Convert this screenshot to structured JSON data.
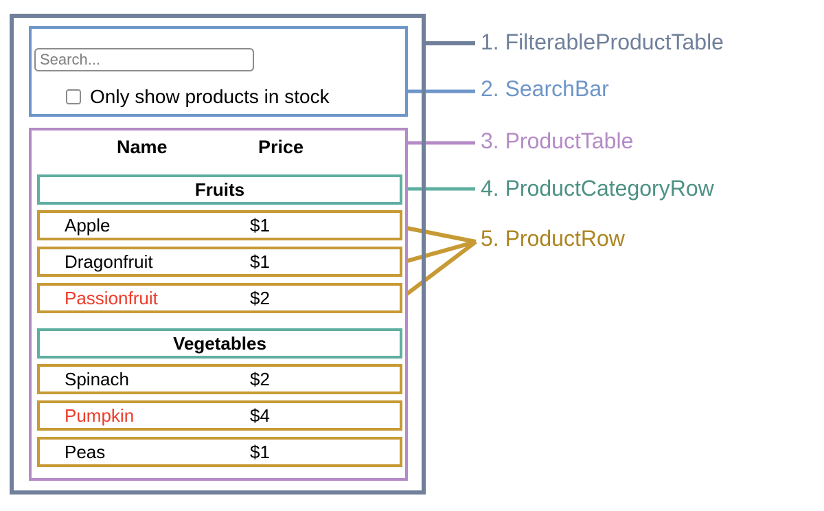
{
  "diagram": {
    "title_context": "React component hierarchy diagram for a filterable product table",
    "colors": {
      "filterable_product_table": "#70809B",
      "search_bar": "#6E96C8",
      "product_table": "#B48BC6",
      "product_category_row": "#5FAFA0",
      "product_row": "#C79A35",
      "out_of_stock_text": "#EE3B29",
      "text": "#000000",
      "placeholder": "#7e7e7e"
    }
  },
  "search_bar": {
    "input_value": "",
    "placeholder": "Search...",
    "checkbox_checked": false,
    "checkbox_label": "Only show products in stock"
  },
  "product_table": {
    "headers": {
      "name": "Name",
      "price": "Price"
    },
    "sections": [
      {
        "category": "Fruits",
        "rows": [
          {
            "name": "Apple",
            "price": "$1",
            "in_stock": true
          },
          {
            "name": "Dragonfruit",
            "price": "$1",
            "in_stock": true
          },
          {
            "name": "Passionfruit",
            "price": "$2",
            "in_stock": false
          }
        ]
      },
      {
        "category": "Vegetables",
        "rows": [
          {
            "name": "Spinach",
            "price": "$2",
            "in_stock": true
          },
          {
            "name": "Pumpkin",
            "price": "$4",
            "in_stock": false
          },
          {
            "name": "Peas",
            "price": "$1",
            "in_stock": true
          }
        ]
      }
    ]
  },
  "legend": [
    {
      "number": "1.",
      "label": "FilterableProductTable",
      "color": "#70809B"
    },
    {
      "number": "2.",
      "label": "SearchBar",
      "color": "#6E96C8"
    },
    {
      "number": "3.",
      "label": "ProductTable",
      "color": "#B48BC6"
    },
    {
      "number": "4.",
      "label": "ProductCategoryRow",
      "color": "#4C9184"
    },
    {
      "number": "5.",
      "label": "ProductRow",
      "color": "#AD8420"
    }
  ]
}
